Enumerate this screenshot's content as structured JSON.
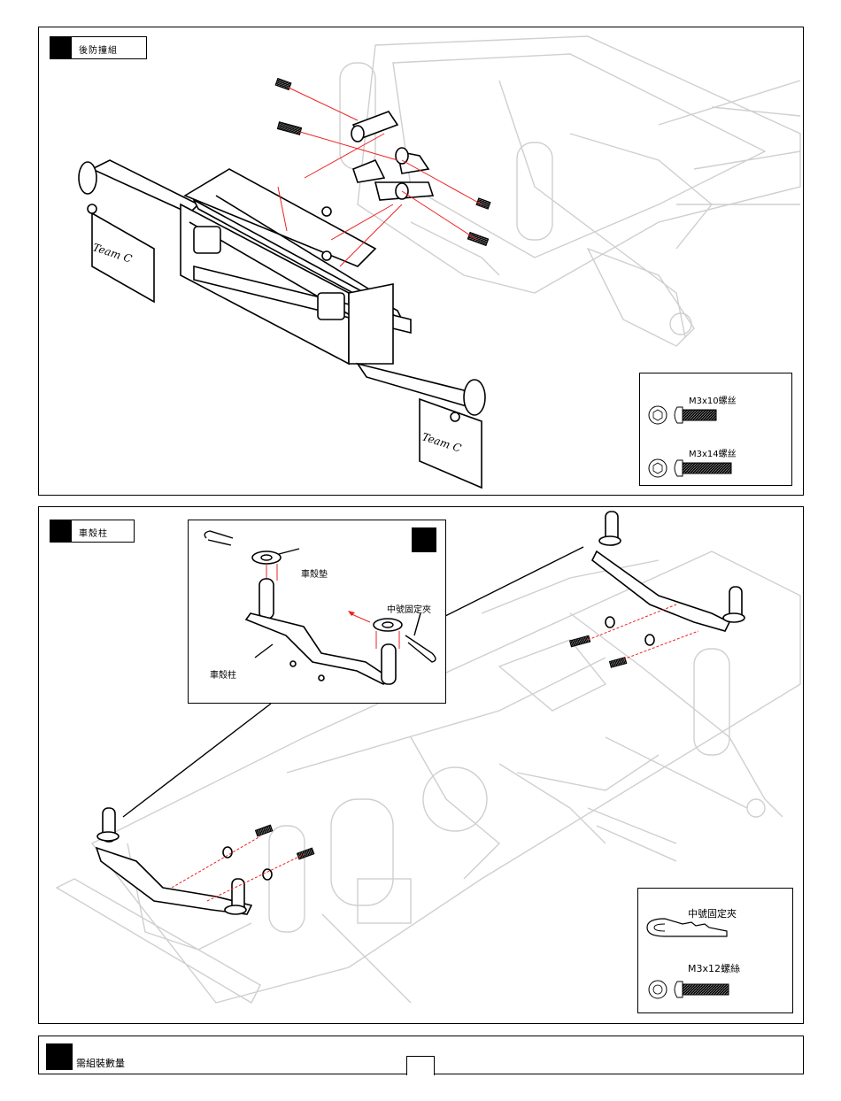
{
  "step1": {
    "title": "後防撞組",
    "legend": {
      "screw_a": "M3x10螺丝",
      "screw_b": "M3x14螺丝"
    },
    "logo_text": "Team C"
  },
  "step2": {
    "title": "車殼柱",
    "detail": {
      "pad_label": "車殼墊",
      "clip_label": "中號固定夾",
      "post_label": "車殼柱"
    },
    "legend": {
      "clip": "中號固定夾",
      "screw": "M3x12螺絲"
    }
  },
  "footer": {
    "title": "需組裝數量"
  },
  "colors": {
    "ink": "#000000",
    "ghost": "#cfcfcf",
    "guide_line": "#e22222"
  }
}
